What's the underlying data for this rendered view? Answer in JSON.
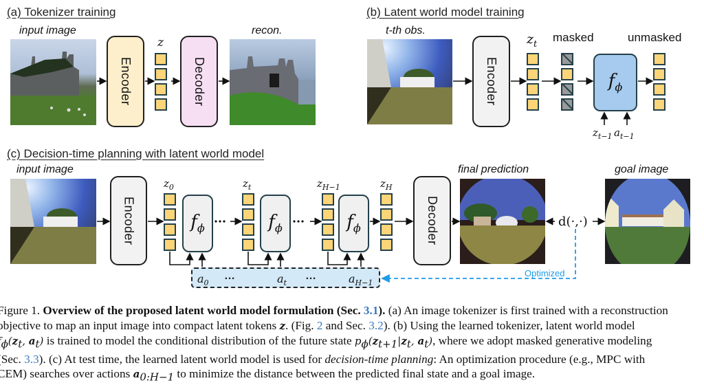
{
  "panel_a": {
    "title": "(a) Tokenizer training",
    "input_label": "input image",
    "encoder_label": "Encoder",
    "latent_label": "z",
    "decoder_label": "Decoder",
    "recon_label": "recon.",
    "token_count": 4
  },
  "panel_b": {
    "title": "(b) Latent world model training",
    "obs_label": "t-th obs.",
    "encoder_label": "Encoder",
    "latent_label": "z",
    "latent_sub": "t",
    "masked_label": "masked",
    "unmasked_label": "unmasked",
    "model_label": "f",
    "model_sub": "ϕ",
    "cond_z": "z",
    "cond_z_sub": "t−1",
    "cond_a": "a",
    "cond_a_sub": "t−1",
    "masked_pattern": [
      true,
      false,
      true,
      true
    ]
  },
  "panel_c": {
    "title": "(c) Decision-time planning with latent world model",
    "input_label": "input image",
    "encoder_label": "Encoder",
    "decoder_label": "Decoder",
    "latents": [
      {
        "base": "z",
        "sub": "0"
      },
      {
        "base": "z",
        "sub": "t"
      },
      {
        "base": "z",
        "sub": "H−1"
      },
      {
        "base": "z",
        "sub": "H"
      }
    ],
    "model_label": "f",
    "model_sub": "ϕ",
    "actions": [
      {
        "base": "a",
        "sub": "0"
      },
      {
        "base": "…",
        "sub": ""
      },
      {
        "base": "a",
        "sub": "t"
      },
      {
        "base": "…",
        "sub": ""
      },
      {
        "base": "a",
        "sub": "H−1"
      }
    ],
    "dots": "···",
    "final_label": "final prediction",
    "goal_label": "goal image",
    "distance_label": "d(·,·)",
    "optimized_label": "Optimized",
    "optimized_color": "#1e9be9"
  },
  "colors": {
    "token_fill": "#fcd579",
    "token_border": "#24404a",
    "encoder_a_fill": "#fdefcb",
    "decoder_a_fill": "#f6def3",
    "fphi_b_fill": "#a6cbee",
    "fphi_c_fill": "#f0f0f0",
    "gray_block_fill": "#f2f2f2",
    "action_band_fill": "#d3e9f8",
    "link_color": "#3a78c2"
  },
  "caption": {
    "figure_label": "Figure 1.",
    "bold_title": "Overview of the proposed latent world model formulation (Sec.",
    "ref_31": "3.1",
    "bold_close": ").",
    "l1_rest": " (a) An image tokenizer is first trained with a reconstruction",
    "l2_a": "objective to map an input image into compact latent tokens ",
    "l2_z": "z",
    "l2_b": ". (Fig. ",
    "ref_fig2": "2",
    "l2_c": " and Sec. ",
    "ref_32": "3.2",
    "l2_d": "). (b) Using the learned tokenizer, latent world model",
    "l3_math1": "f",
    "l3_math1_sub": "ϕ",
    "l3_math1_args": "(z",
    "l3_a": " is trained to model the conditional distribution of the future state ",
    "l3_p": "p",
    "l3_b": ", where we adopt masked generative modeling",
    "l4_a": "(Sec. ",
    "ref_33": "3.3",
    "l4_b": "). (c) At test time, the learned latent world model is used for ",
    "l4_em": "decision-time planning",
    "l4_c": ": An optimization procedure (e.g., MPC with",
    "l5_a": "CEM) searches over actions ",
    "l5_math": "a",
    "l5_math_sub": "0:H−1",
    "l5_b": " to minimize the distance between the predicted final state and a goal image."
  }
}
